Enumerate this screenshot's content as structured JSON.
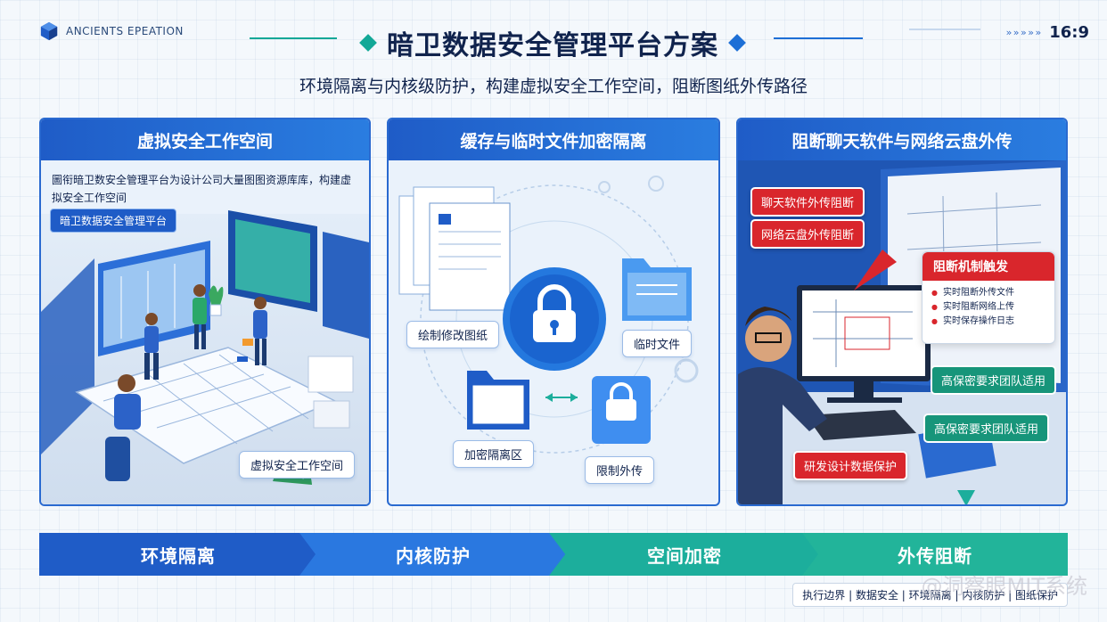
{
  "brand": {
    "name": "ANCIENTS EPEATION"
  },
  "header": {
    "title": "暗卫数据安全管理平台方案",
    "subtitle": "环境隔离与内核级防护，构建虚拟安全工作空间，阻断图纸外传路径",
    "ratio": "16:9",
    "chevrons": "» » » » »"
  },
  "colors": {
    "primary_blue": "#1f5cc7",
    "teal": "#1cae9c",
    "alert_red": "#d9262c"
  },
  "panels": [
    {
      "title": "虚拟安全工作空间",
      "description": "圖衔暗卫数安全管理平台为设计公司大量图图资源库库，构建虚拟安全工作空间",
      "tag_platform": "暗卫数据安全管理平台",
      "tag_space": "虚拟安全工作空间"
    },
    {
      "title": "缓存与临时文件加密隔离",
      "labels": {
        "draw": "绘制修改图纸",
        "temp": "临时文件",
        "encrypt": "加密隔离区",
        "limit": "限制外传"
      }
    },
    {
      "title": "阻断聊天软件与网络云盘外传",
      "block_chat": "聊天软件外传阻断",
      "block_cloud": "网络云盘外传阻断",
      "trigger_title": "阻断机制触发",
      "trigger_items": [
        "实时阻断外传文件",
        "实时阻断网络上传",
        "实时保存操作日志"
      ],
      "team1": "高保密要求团队适用",
      "team2": "高保密要求团队适用",
      "protect": "研发设计数据保护"
    }
  ],
  "steps": [
    "环境隔离",
    "内核防护",
    "空间加密",
    "外传阻断"
  ],
  "footer": {
    "tags": "执行边界 | 数据安全 | 环境隔离 | 内核防护 | 图纸保护"
  },
  "watermark": "@洞察眼MIT系统"
}
